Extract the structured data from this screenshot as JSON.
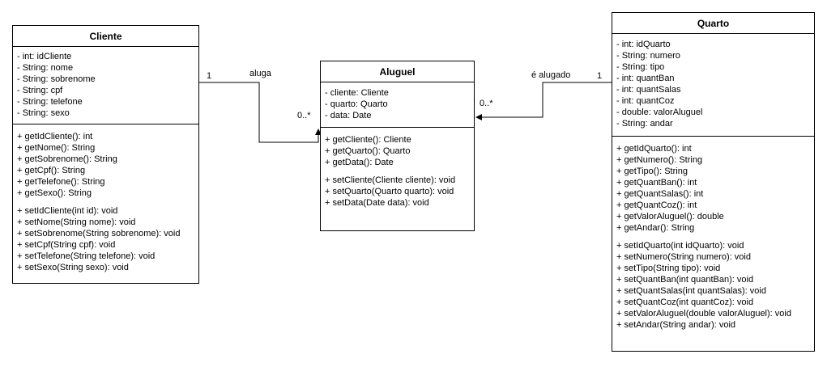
{
  "classes": {
    "cliente": {
      "name": "Cliente",
      "attributes": [
        "- int: idCliente",
        "- String: nome",
        "- String: sobrenome",
        "- String: cpf",
        "- String: telefone",
        "- String: sexo"
      ],
      "methods_get": [
        "+ getIdCliente(): int",
        "+ getNome(): String",
        "+ getSobrenome(): String",
        "+ getCpf(): String",
        "+ getTelefone(): String",
        "+ getSexo(): String"
      ],
      "methods_set": [
        "+ setIdCliente(int id): void",
        "+ setNome(String nome): void",
        "+ setSobrenome(String sobrenome): void",
        "+ setCpf(String cpf): void",
        "+ setTelefone(String telefone): void",
        "+ setSexo(String sexo): void"
      ]
    },
    "aluguel": {
      "name": "Aluguel",
      "attributes": [
        "- cliente: Cliente",
        "- quarto: Quarto",
        "- data: Date"
      ],
      "methods_get": [
        "+ getCliente(): Cliente",
        "+ getQuarto(): Quarto",
        "+ getData(): Date"
      ],
      "methods_set": [
        "+ setCliente(Cliente cliente): void",
        "+ setQuarto(Quarto quarto): void",
        "+ setData(Date data): void"
      ]
    },
    "quarto": {
      "name": "Quarto",
      "attributes": [
        "- int: idQuarto",
        "- String: numero",
        "- String: tipo",
        "- int: quantBan",
        "- int: quantSalas",
        "- int: quantCoz",
        "- double: valorAluguel",
        "- String: andar"
      ],
      "methods_get": [
        "+ getIdQuarto(): int",
        "+ getNumero(): String",
        "+ getTipo(): String",
        "+ getQuantBan(): int",
        "+ getQuantSalas(): int",
        "+ getQuantCoz(): int",
        "+ getValorAluguel(): double",
        "+ getAndar(): String"
      ],
      "methods_set": [
        "+ setIdQuarto(int idQuarto): void",
        "+ setNumero(String numero): void",
        "+ setTipo(String tipo): void",
        "+ setQuantBan(int quantBan): void",
        "+ setQuantSalas(int quantSalas): void",
        "+ setQuantCoz(int quantCoz): void",
        "+ setValorAluguel(double valorAluguel): void",
        "+ setAndar(String andar): void"
      ]
    }
  },
  "associations": {
    "cliente_aluguel": {
      "label": "aluga",
      "source_multiplicity": "1",
      "target_multiplicity": "0..*"
    },
    "quarto_aluguel": {
      "label": "é alugado",
      "source_multiplicity": "1",
      "target_multiplicity": "0..*"
    }
  }
}
